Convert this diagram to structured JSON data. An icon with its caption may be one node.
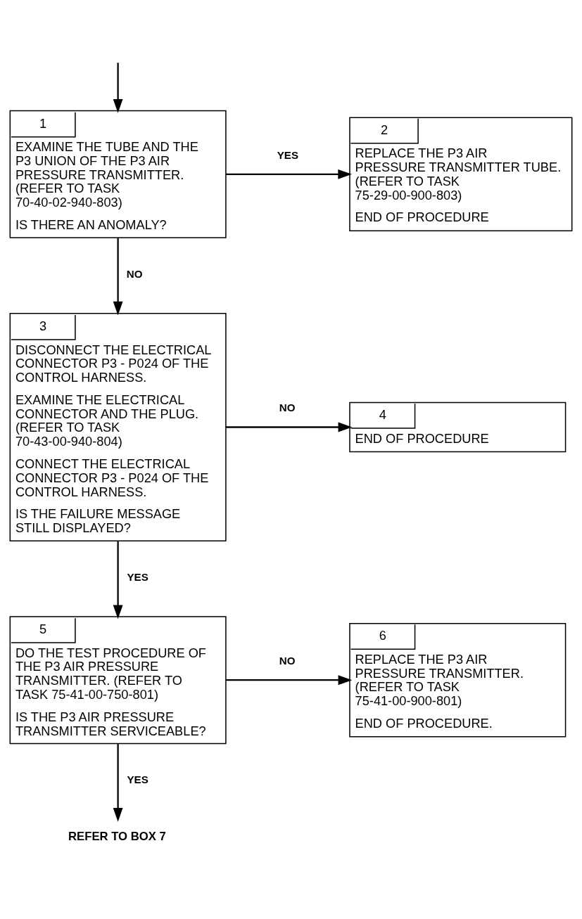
{
  "diagram": {
    "nodes": [
      {
        "text": [
          "1",
          "EXAMINE THE TUBE AND THE P3 UNION OF THE P3 AIR PRESSURE TRANSMITTER. (REFER TO TASK 70-40-02-940-803)",
          "IS THERE AN ANOMALY?"
        ]
      },
      {
        "text": [
          "2",
          "REPLACE THE P3 AIR PRESSURE TRANSMITTER TUBE. (REFER TO TASK 75-29-00-900-803)",
          "END OF PROCEDURE"
        ]
      },
      {
        "text": [
          "3",
          "DISCONNECT THE ELECTRICAL CONNECTOR P3 - P024 OF THE CONTROL HARNESS.",
          "EXAMINE THE ELECTRICAL CONNECTOR AND THE PLUG. (REFER TO TASK 70-43-00-940-804)",
          "CONNECT THE ELECTRICAL CONNECTOR P3 - P024 OF THE CONTROL HARNESS.",
          "IS THE FAILURE MESSAGE STILL DISPLAYED?"
        ]
      },
      {
        "text": [
          "4",
          "END OF PROCEDURE"
        ]
      },
      {
        "text": [
          "5",
          "DO THE TEST PROCEDURE OF THE P3 AIR PRESSURE TRANSMITTER. (REFER TO TASK 75-41-00-750-801)",
          "IS THE P3 AIR PRESSURE TRANSMITTER SERVICEABLE?"
        ]
      },
      {
        "text": [
          "6",
          "REPLACE THE P3 AIR PRESSURE TRANSMITTER. (REFER TO TASK 75-41-00-900-801)",
          "END OF PROCEDURE."
        ]
      },
      {
        "text": [
          "REFER TO BOX 7"
        ]
      }
    ],
    "edges": [
      {
        "from": null,
        "to": 0,
        "arrow": "to"
      },
      {
        "from": 0,
        "to": 1,
        "arrow": "to",
        "label": "YES"
      },
      {
        "from": 0,
        "to": 2,
        "arrow": "to",
        "label": "NO"
      },
      {
        "from": 2,
        "to": 3,
        "arrow": "to",
        "label": "NO"
      },
      {
        "from": 2,
        "to": 4,
        "arrow": "to",
        "label": "YES"
      },
      {
        "from": 4,
        "to": 5,
        "arrow": "to",
        "label": "NO"
      },
      {
        "from": 4,
        "to": 6,
        "arrow": "to",
        "label": "YES"
      }
    ]
  }
}
